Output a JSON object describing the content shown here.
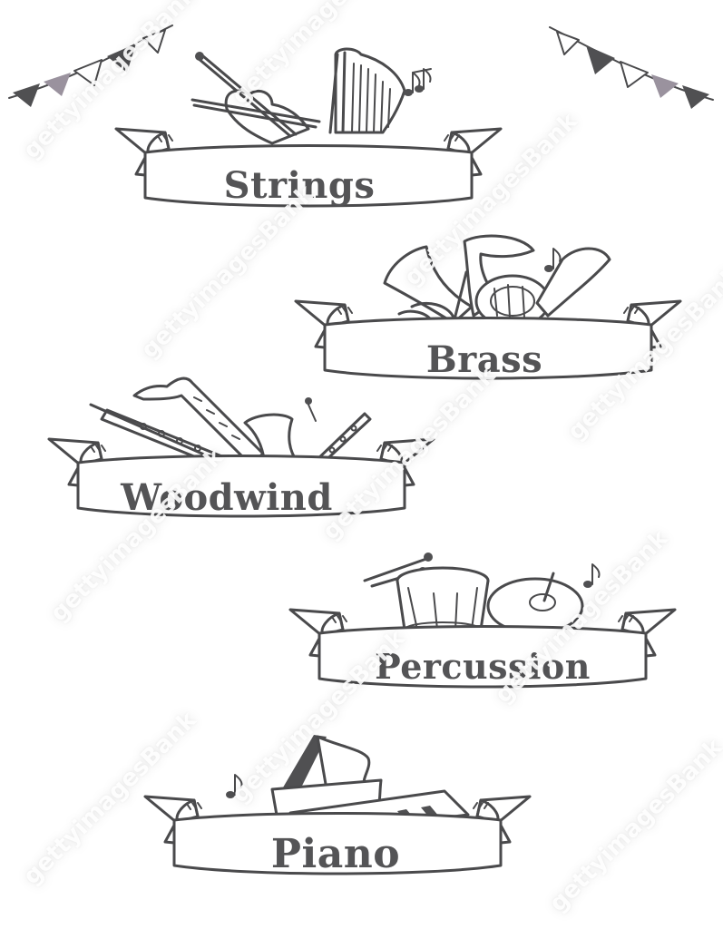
{
  "illustration": {
    "theme": "orchestra instrument section banners",
    "ink_color": "#4a4a4c",
    "accent_color": "#9a929e",
    "background": "#ffffff"
  },
  "banners": [
    {
      "label": "Strings",
      "icon": "violin-and-harp-icon"
    },
    {
      "label": "Brass",
      "icon": "brass-horns-icon"
    },
    {
      "label": "Woodwind",
      "icon": "woodwind-instruments-icon"
    },
    {
      "label": "Percussion",
      "icon": "drum-and-cymbal-icon"
    },
    {
      "label": "Piano",
      "icon": "grand-piano-icon"
    }
  ],
  "decorations": {
    "bunting_left": "bunting-flags-icon",
    "bunting_right": "bunting-flags-icon",
    "music_note": "music-note-icon"
  },
  "watermark": {
    "text": "gettyimagesBank"
  }
}
